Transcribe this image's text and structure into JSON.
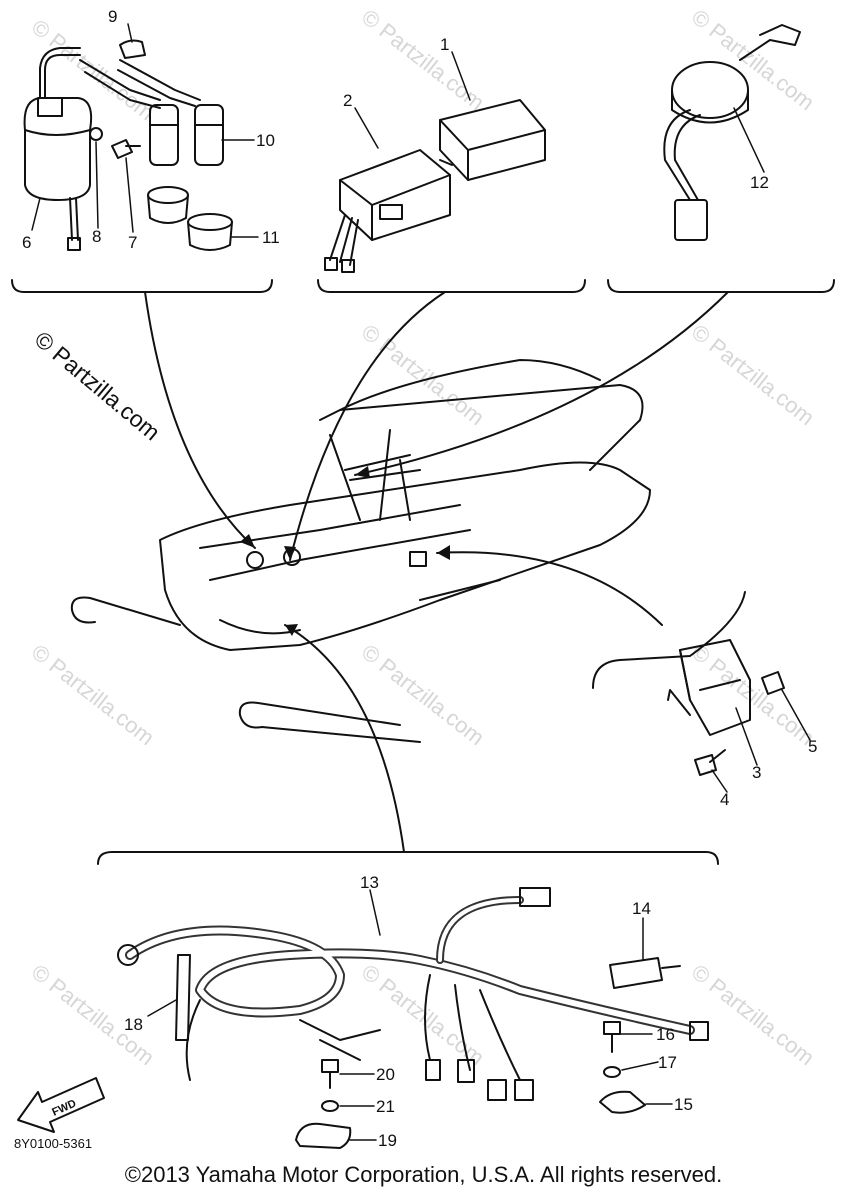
{
  "diagram": {
    "callouts": {
      "c1": "1",
      "c2": "2",
      "c3": "3",
      "c4": "4",
      "c5": "5",
      "c6": "6",
      "c7": "7",
      "c8": "8",
      "c9": "9",
      "c10": "10",
      "c11": "11",
      "c12": "12",
      "c13": "13",
      "c14": "14",
      "c15": "15",
      "c16": "16",
      "c17": "17",
      "c18": "18",
      "c19": "19",
      "c20": "20",
      "c21": "21"
    },
    "part_code": "8Y0100-5361",
    "fwd_label": "FWD",
    "watermark": "© Partzilla.com",
    "side_watermark": "© Partzilla.com"
  },
  "copyright": "©2013 Yamaha Motor Corporation, U.S.A. All rights reserved."
}
